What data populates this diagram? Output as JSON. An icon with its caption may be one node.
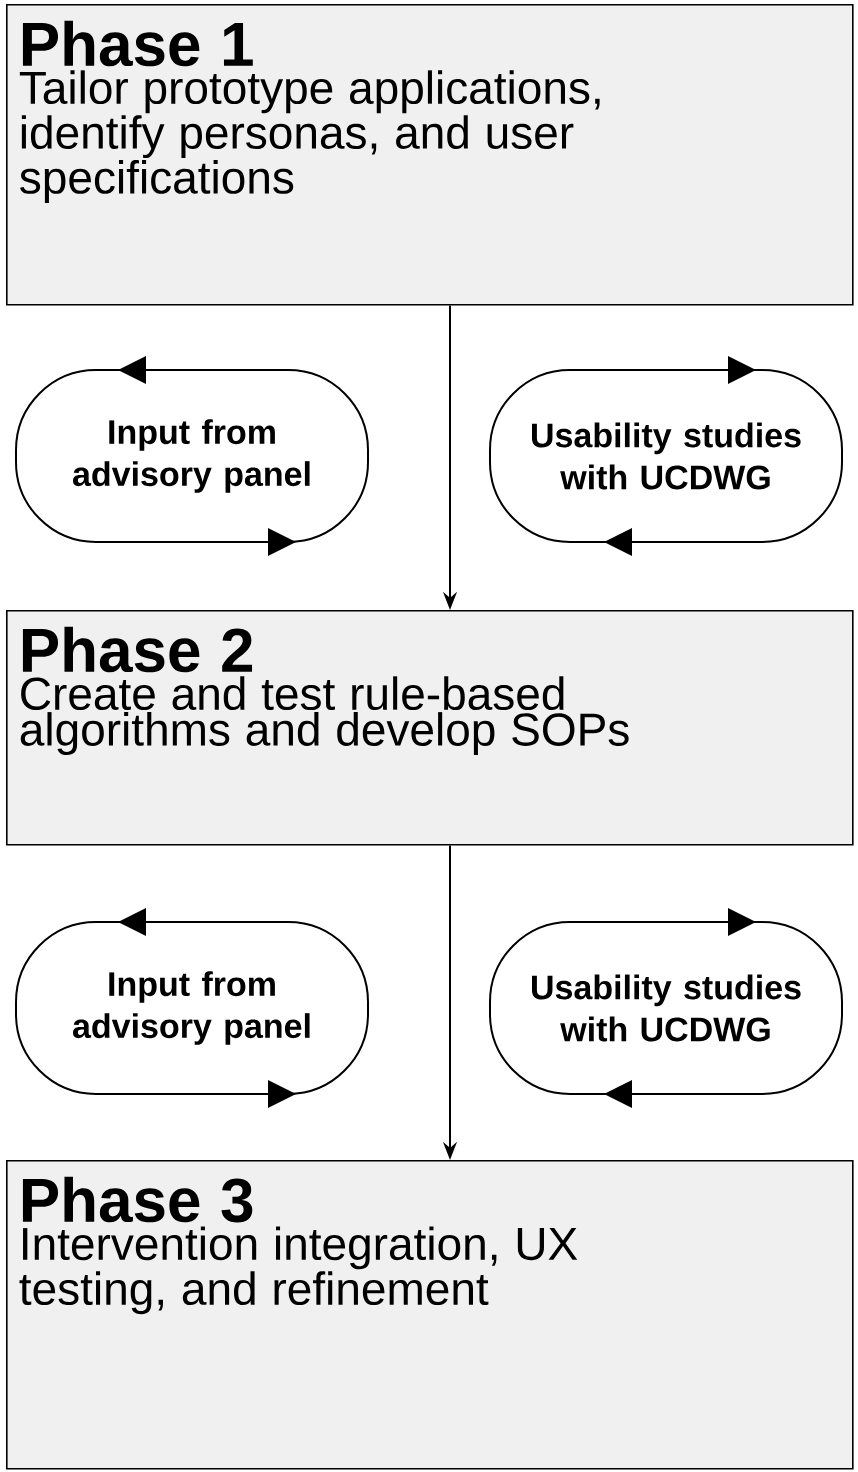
{
  "diagram": {
    "nodes": [
      {
        "text": [
          "Phase 1",
          "Tailor prototype applications, identify personas, and user specifications"
        ]
      },
      {
        "text": [
          "Input from advisory panel"
        ]
      },
      {
        "text": [
          "Usability studies with UCDWG"
        ]
      },
      {
        "text": [
          "Phase 2",
          "Create and test rule-based algorithms and develop SOPs"
        ]
      },
      {
        "text": [
          "Input from advisory panel"
        ]
      },
      {
        "text": [
          "Usability studies with UCDWG"
        ]
      },
      {
        "text": [
          "Phase 3",
          "Intervention integration, UX testing, and refinement"
        ]
      }
    ],
    "edges": [
      {
        "from": 0,
        "to": 3,
        "arrow": "to"
      },
      {
        "from": 3,
        "to": 6,
        "arrow": "to"
      }
    ]
  }
}
